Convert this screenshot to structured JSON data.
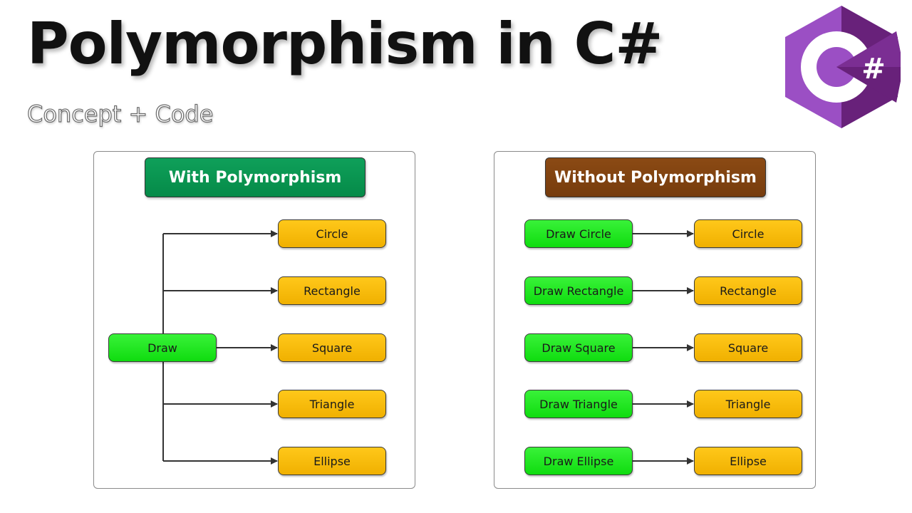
{
  "title": "Polymorphism in C#",
  "subtitle": "Concept + Code",
  "logo": {
    "text": "C#",
    "colors": {
      "outer": "#68217a",
      "inner": "#9a4fc0",
      "white": "#ffffff"
    }
  },
  "left_panel": {
    "header": "With Polymorphism",
    "source": "Draw",
    "targets": [
      "Circle",
      "Rectangle",
      "Square",
      "Triangle",
      "Ellipse"
    ]
  },
  "right_panel": {
    "header": "Without Polymorphism",
    "rows": [
      {
        "action": "Draw Circle",
        "target": "Circle"
      },
      {
        "action": "Draw Rectangle",
        "target": "Rectangle"
      },
      {
        "action": "Draw Square",
        "target": "Square"
      },
      {
        "action": "Draw Triangle",
        "target": "Triangle"
      },
      {
        "action": "Draw Ellipse",
        "target": "Ellipse"
      }
    ]
  },
  "colors": {
    "header_green": "#069150",
    "header_brown": "#7f4310",
    "node_green": "#1ee61e",
    "node_yellow": "#f5b90a",
    "connector": "#333333"
  }
}
